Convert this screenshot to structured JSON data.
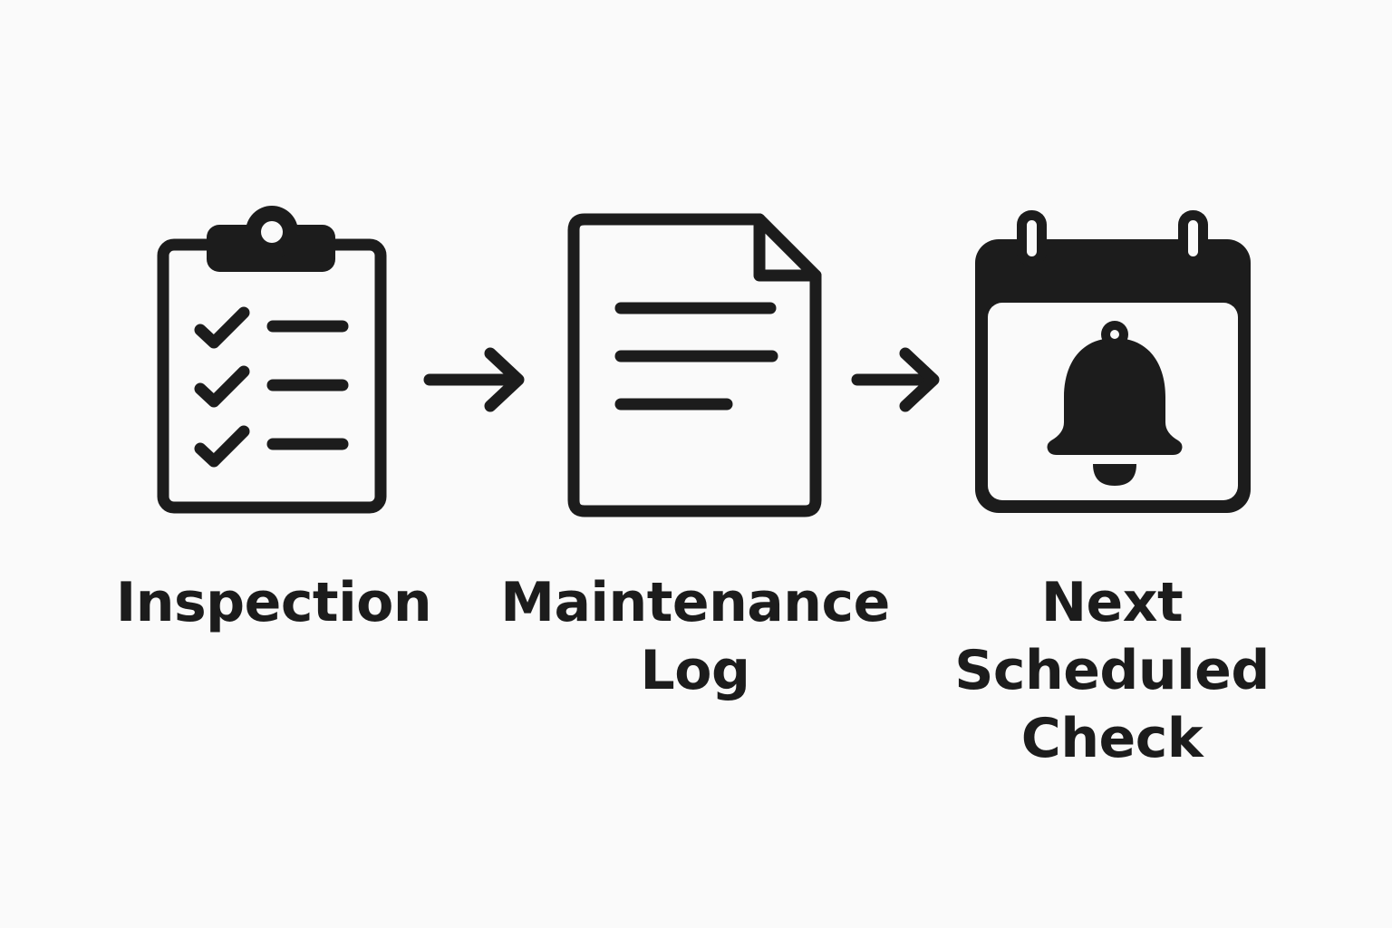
{
  "colors": {
    "background": "#fafafa",
    "ink": "#1c1c1c"
  },
  "stages": [
    {
      "label": "Inspection",
      "icon": "clipboard-checklist-icon"
    },
    {
      "label": "Maintenance\nLog",
      "icon": "document-icon"
    },
    {
      "label": "Next\nScheduled\nCheck",
      "icon": "calendar-bell-icon"
    }
  ],
  "connectors": [
    {
      "icon": "arrow-right-icon",
      "from": "Inspection",
      "to": "Maintenance Log"
    },
    {
      "icon": "arrow-right-icon",
      "from": "Maintenance Log",
      "to": "Next Scheduled Check"
    }
  ]
}
